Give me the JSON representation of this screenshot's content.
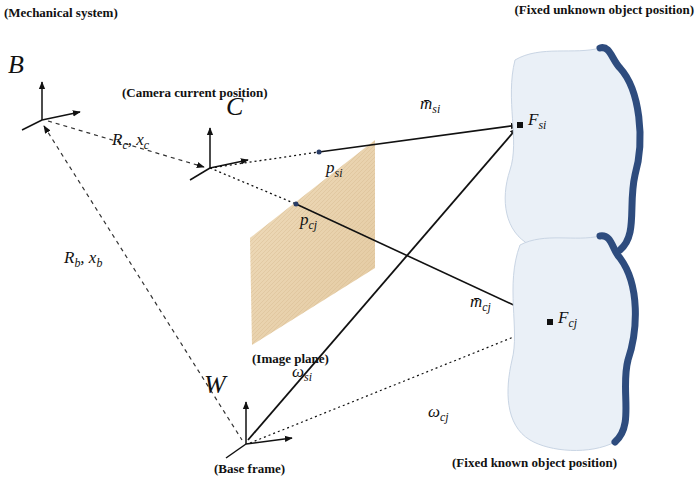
{
  "diagram": {
    "nodes": [
      {
        "text": [
          "(Fixed unknown object position)",
          "Fsi"
        ]
      },
      {
        "text": [
          "(Fixed known object position)",
          "Fcj"
        ]
      }
    ],
    "labels": [
      "(Mechanical system)",
      "B",
      "(Camera current position)",
      "C",
      "Rc, xc",
      "Rb, xb",
      "psi",
      "pcj",
      "(Image plane)",
      "m̄si",
      "m̄cj",
      "ωsi",
      "ωcj",
      "W",
      "(Base frame)"
    ]
  }
}
